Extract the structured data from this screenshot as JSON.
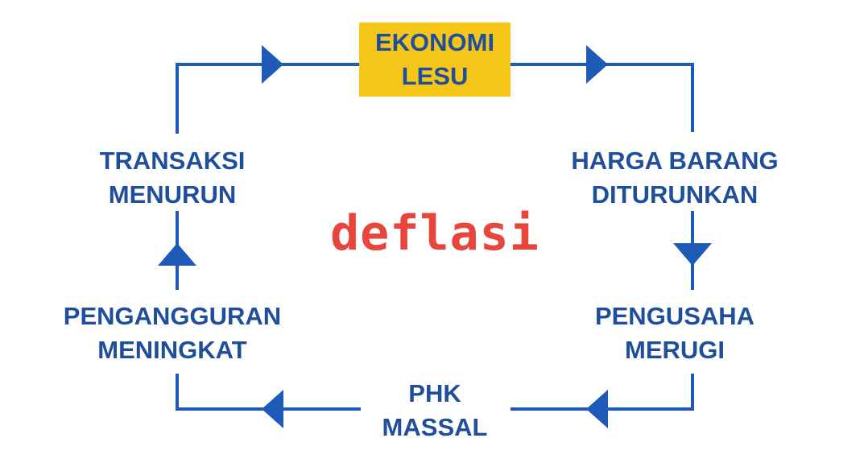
{
  "diagram": {
    "center_label": "deflasi",
    "nodes": [
      {
        "id": "ekonomi-lesu",
        "lines": [
          "EKONOMI",
          "LESU"
        ]
      },
      {
        "id": "harga-barang",
        "lines": [
          "HARGA BARANG",
          "DITURUNKAN"
        ]
      },
      {
        "id": "pengusaha-merugi",
        "lines": [
          "PENGUSAHA",
          "MERUGI"
        ]
      },
      {
        "id": "phk-massal",
        "lines": [
          "PHK",
          "MASSAL"
        ]
      },
      {
        "id": "pengangguran",
        "lines": [
          "PENGANGGURAN",
          "MENINGKAT"
        ]
      },
      {
        "id": "transaksi",
        "lines": [
          "TRANSAKSI",
          "MENURUN"
        ]
      }
    ],
    "colors": {
      "connector": "#1e5bb8",
      "text": "#1f4e9c",
      "highlight": "#f5c518",
      "center_label": "#e8453c"
    }
  }
}
